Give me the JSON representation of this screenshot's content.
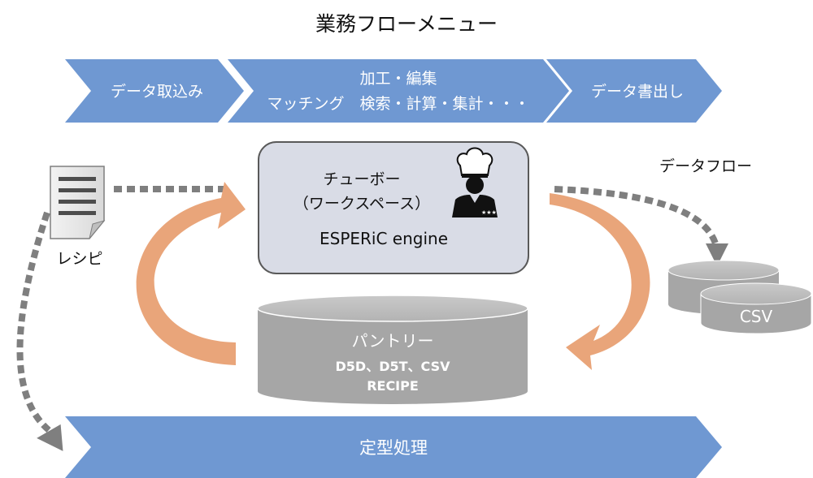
{
  "title": "業務フローメニュー",
  "flow": {
    "step1": "データ取込み",
    "step2_line1": "加工・編集",
    "step2_line2": "マッチング　検索・計算・集計・・・",
    "step3": "データ書出し"
  },
  "workspace": {
    "line1": "チューボー",
    "line2": "（ワークスペース）",
    "line3": "ESPERiC engine",
    "chef_icon": "chef-icon"
  },
  "recipe": {
    "label": "レシピ",
    "icon": "document-icon"
  },
  "dataflow_label": "データフロー",
  "csv_label": "CSV",
  "pantry": {
    "line1": "パントリー",
    "line2": "D5D、D5T、CSV",
    "line3": "RECIPE"
  },
  "routine": "定型処理",
  "colors": {
    "chevron_blue": "#6f98d2",
    "orange_arrow": "#e9a57a",
    "dotted_gray": "#7f7f7f",
    "cylinder_gray": "#a6a6a6",
    "workspace_fill": "#d9dce6"
  }
}
